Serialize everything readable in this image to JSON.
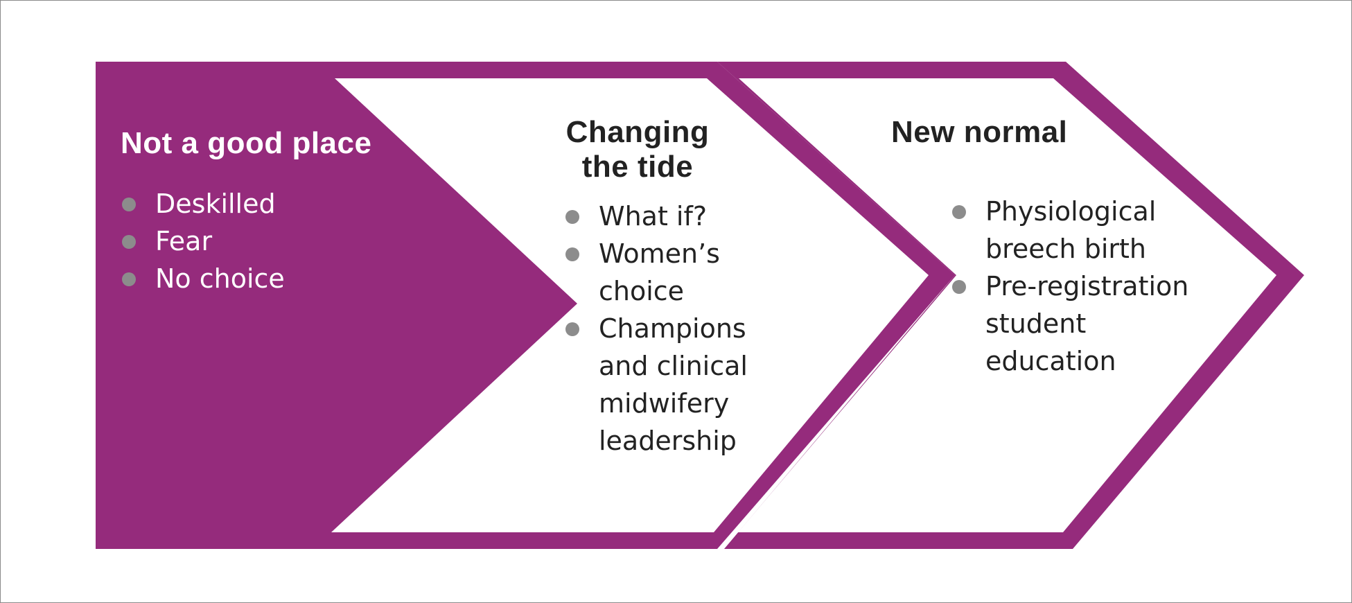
{
  "colors": {
    "accent": "#952b7c",
    "bullet": "#8c8c8c",
    "dark_text": "#222222",
    "light_text": "#ffffff"
  },
  "stages": [
    {
      "heading": "Not a good place",
      "items": [
        "Deskilled",
        "Fear",
        "No choice"
      ]
    },
    {
      "heading_lines": [
        "Changing",
        "the tide"
      ],
      "items": [
        [
          "What if?"
        ],
        [
          "Women’s",
          "choice"
        ],
        [
          "Champions",
          "and clinical",
          "midwifery",
          "leadership"
        ]
      ]
    },
    {
      "heading": "New normal",
      "items": [
        [
          "Physiological",
          "breech birth"
        ],
        [
          "Pre-registration",
          "student",
          "education"
        ]
      ]
    }
  ]
}
